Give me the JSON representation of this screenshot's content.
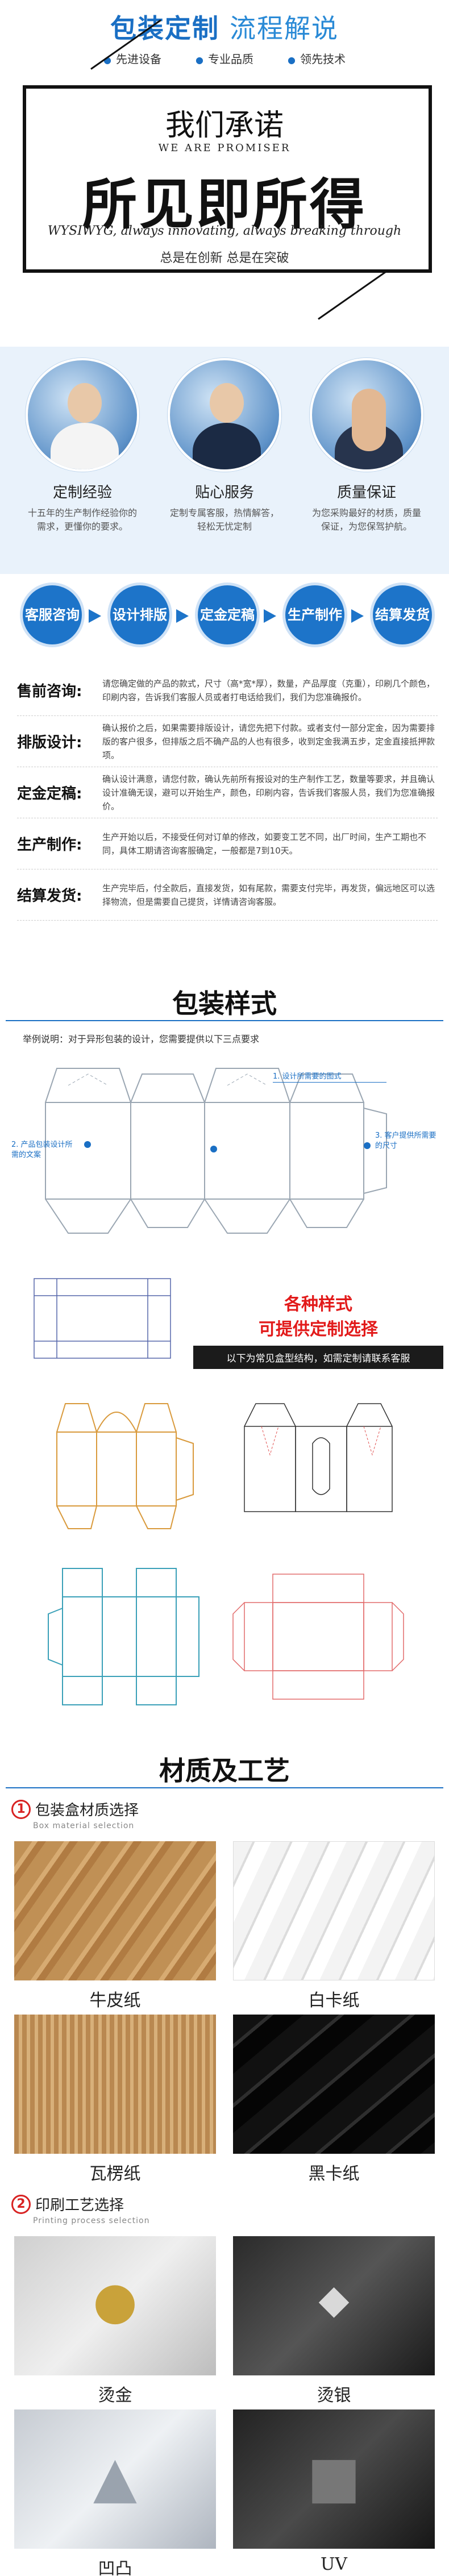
{
  "header": {
    "title_main": "包装定制",
    "title_sub": "流程解说",
    "features": [
      "先进设备",
      "专业品质",
      "领先技术"
    ],
    "promise_cn": "我们承诺",
    "promise_en": "WE ARE PROMISER",
    "promise_big": "所见即所得",
    "promise_sub": "WYSIWYG, always innovating, always breaking through",
    "promise_tag": "总是在创新 总是在突破"
  },
  "services": [
    {
      "title": "定制经验",
      "desc": "十五年的生产制作经验你的需求，更懂你的要求。"
    },
    {
      "title": "贴心服务",
      "desc": "定制专属客服，热情解答，轻松无忧定制"
    },
    {
      "title": "质量保证",
      "desc": "为您采购最好的材质，质量保证，为您保驾护航。"
    }
  ],
  "process": {
    "steps": [
      "客服咨询",
      "设计排版",
      "定金定稿",
      "生产制作",
      "结算发货"
    ],
    "rows": [
      {
        "head": "售前咨询:",
        "text": "请您确定做的产品的款式，尺寸（高*宽*厚），数量，产品厚度（克重），印刷几个颜色，印刷内容，告诉我们客服人员或者打电话给我们，我们为您准确报价。"
      },
      {
        "head": "排版设计:",
        "text": "确认报价之后，如果需要排版设计，请您先把下付款。或者支付一部分定金，因为需要排版的客户很多，但排版之后不确产品的人也有很多，收到定金我满五步，定金直接抵押款项。"
      },
      {
        "head": "定金定稿:",
        "text": "确认设计满意，请您付款，确认先前所有报设对的生产制作工艺，数量等要求，并且确认设计准确无误，避可以开始生产，颜色，印刷内容，告诉我们客服人员，我们为您准确报价。"
      },
      {
        "head": "生产制作:",
        "text": "生产开始以后，不接受任何对订单的修改，如要变工艺不同，出厂时间，生产工期也不同，具体工期请咨询客服确定，一般都是7到10天。"
      },
      {
        "head": "结算发货:",
        "text": "生产完毕后，付全款后，直接发货，如有尾款，需要支付完毕，再发货，偏远地区可以选择物流，但是需要自己提货，详情请咨询客服。"
      }
    ]
  },
  "styles": {
    "title": "包装样式",
    "note": "举例说明：对于异形包装的设计，您需要提供以下三点要求",
    "callout_1": "1. 设计所需要的图式",
    "callout_2": "2. 产品包装设计所需的文案",
    "callout_3": "3. 客户提供所需要的尺寸",
    "custom_1": "各种样式",
    "custom_2": "可提供定制选择",
    "custom_bar": "以下为常见盒型结构，如需定制请联系客服"
  },
  "materials": {
    "title": "材质及工艺",
    "sec1_num": "1",
    "sec1_title": "包装盒材质选择",
    "sec1_en": "Box material selection",
    "boards": [
      "牛皮纸",
      "白卡纸",
      "瓦楞纸",
      "黑卡纸"
    ],
    "sec2_num": "2",
    "sec2_title": "印刷工艺选择",
    "sec2_en": "Printing process selection",
    "crafts": [
      "烫金",
      "烫银",
      "凹凸",
      "UV"
    ]
  },
  "colors": {
    "brand_blue": "#1a6fc4",
    "accent_red": "#e21a1a"
  }
}
